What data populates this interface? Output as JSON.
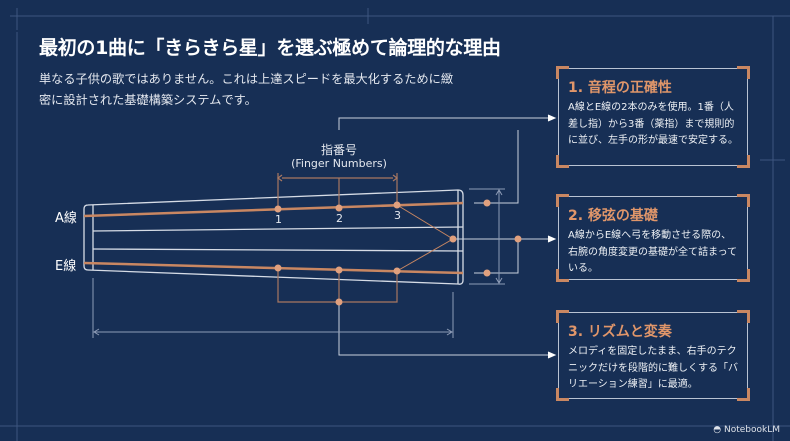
{
  "title": "最初の1曲に「きらきら星」を選ぶ極めて論理的な理由",
  "subtitle": "単なる子供の歌ではありません。これは上達スピードを最大化するために緻密に設計された基礎構築システムです。",
  "diagram": {
    "string_a": "A線",
    "string_e": "E線",
    "finger_label": "指番号",
    "finger_label_en": "(Finger Numbers)",
    "fingers": [
      "1",
      "2",
      "3"
    ]
  },
  "cards": [
    {
      "title": "1. 音程の正確性",
      "body": "A線とE線の2本のみを使用。1番（人差し指）から3番（薬指）まで規則的に並び、左手の形が最速で安定する。"
    },
    {
      "title": "2. 移弦の基礎",
      "body": "A線からE線へ弓を移動させる際の、右腕の角度変更の基礎が全て詰まっている。"
    },
    {
      "title": "3. リズムと変奏",
      "body": "メロディを固定したまま、右手のテクニックだけを段階的に難しくする「バリエーション練習」に最適。"
    }
  ],
  "footer": {
    "logo": "NotebookLM"
  },
  "colors": {
    "background": "#172f55",
    "accent": "#c98762",
    "line": "#c8d0dd"
  }
}
